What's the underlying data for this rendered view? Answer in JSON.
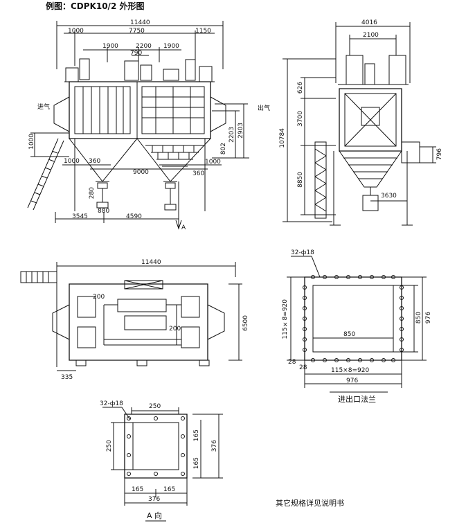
{
  "title": "例图：CDPK10/2 外形图",
  "front_view": {
    "dims_top": [
      "11440",
      "1000",
      "7750",
      "1150",
      "1900",
      "2200",
      "790",
      "1900"
    ],
    "inlet_label": "进气",
    "left_dims": [
      "1000",
      "1000",
      "360"
    ],
    "right_dims": [
      "2203",
      "2903",
      "802",
      "1000",
      "360"
    ],
    "bottom_dims": [
      "9000",
      "280",
      "880",
      "3545",
      "4590"
    ],
    "arrow_label": "A"
  },
  "side_view": {
    "dims_top": [
      "4016",
      "2100"
    ],
    "outlet_label": "出气",
    "left_dims": [
      "10784",
      "626",
      "3700",
      "8850"
    ],
    "right_dims": [
      "796",
      "3630"
    ]
  },
  "plan_view": {
    "dims": [
      "11440",
      "200",
      "200",
      "6500",
      "335"
    ]
  },
  "flange_view": {
    "holes_label": "32-ф18",
    "dims": [
      "115×8=920",
      "850",
      "976",
      "850",
      "28",
      "28",
      "115×8=920",
      "976"
    ],
    "caption": "进出口法兰"
  },
  "a_view": {
    "holes_label": "32-ф18",
    "dims": [
      "250",
      "250",
      "165",
      "165",
      "376",
      "165",
      "165",
      "376"
    ],
    "caption": "A 向"
  },
  "note": "其它规格详见说明书"
}
